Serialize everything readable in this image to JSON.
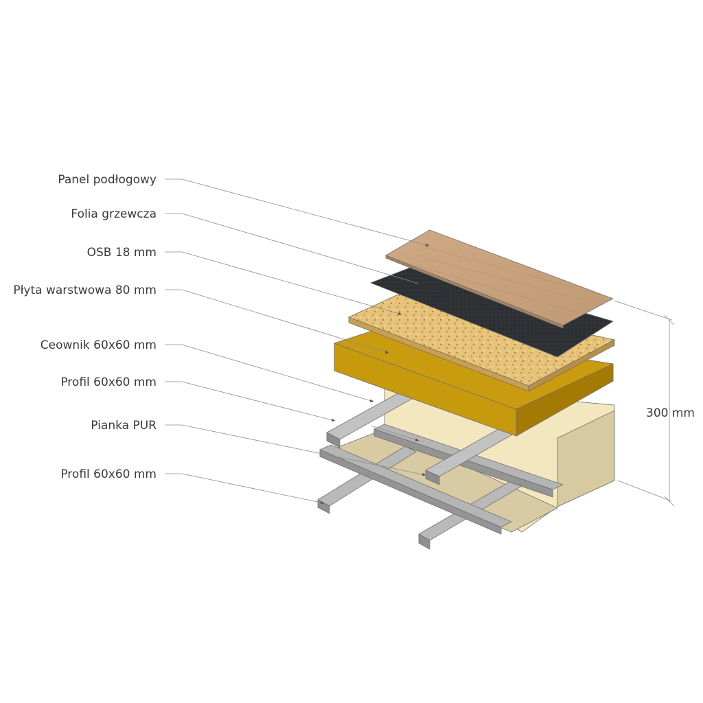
{
  "labels": [
    {
      "id": "panel",
      "text": "Panel podłogowy"
    },
    {
      "id": "foil",
      "text": "Folia grzewcza"
    },
    {
      "id": "osb",
      "text": "OSB 18 mm"
    },
    {
      "id": "sandwich",
      "text": "Płyta warstwowa 80 mm"
    },
    {
      "id": "channel",
      "text": "Ceownik 60x60 mm"
    },
    {
      "id": "profile-upper",
      "text": "Profil 60x60 mm"
    },
    {
      "id": "foam",
      "text": "Pianka PUR"
    },
    {
      "id": "profile-lower",
      "text": "Profil 60x60 mm"
    }
  ],
  "dimension": {
    "text": "300 mm"
  },
  "colors": {
    "wood": "#c9a27a",
    "foil": "#2b2d2f",
    "osb": "#e2bf72",
    "sandwich": "#c9970c",
    "steel": "#a9a9a9",
    "foam": "#efe3bb"
  }
}
